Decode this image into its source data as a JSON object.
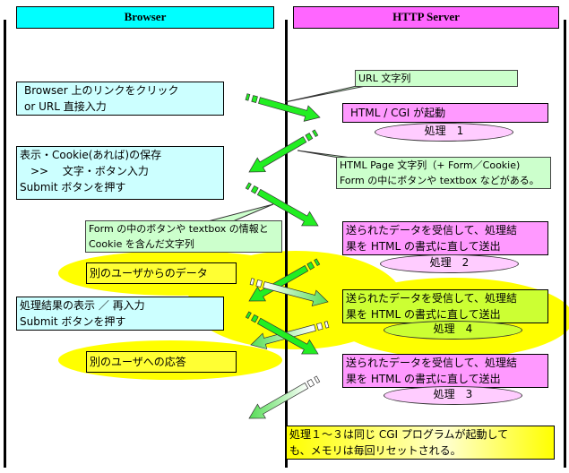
{
  "lanes": {
    "browser": {
      "title": "Browser",
      "color": "#00ffff"
    },
    "server": {
      "title": "HTTP Server",
      "color": "#ff66ff"
    }
  },
  "browser_steps": [
    {
      "lines": [
        "Browser 上のリンクをクリック",
        "or URL 直接入力"
      ]
    },
    {
      "lines": [
        "表示・Cookie(あれば)の保存",
        "　>>　 文字・ボタン入力",
        "Submit ボタンを押す"
      ]
    },
    {
      "lines": [
        "処理結果の表示 ／ 再入力",
        "Submit ボタンを押す"
      ]
    }
  ],
  "other_user": {
    "from": "別のユーザからのデータ",
    "to": "別のユーザへの応答"
  },
  "callouts": {
    "url": "URL 文字列",
    "html_page": [
      "HTML Page 文字列（+ Form／Cookie)",
      "Form の中にボタンや textbox などがある。"
    ],
    "form_data": [
      "Form の中のボタンや textbox の情報と",
      "Cookie を含んだ文字列"
    ]
  },
  "server_steps": [
    {
      "lines": [
        "HTML / CGI が起動"
      ],
      "process": "処理　1"
    },
    {
      "lines": [
        "送られたデータを受信して、処理結",
        "果を HTML の書式に直して送出"
      ],
      "process": "処理　2"
    },
    {
      "lines": [
        "送られたデータを受信して、処理結",
        "果を HTML の書式に直して送出"
      ],
      "process": "処理　4"
    },
    {
      "lines": [
        "送られたデータを受信して、処理結",
        "果を HTML の書式に直して送出"
      ],
      "process": "処理　3"
    }
  ],
  "note": [
    "処理１～３は同じ CGI プログラムが起動して",
    "も、メモリは毎回リセットされる。"
  ],
  "colors": {
    "arrow": "#22ee22",
    "arrow_light": "#aaffaa",
    "highlight": "#ffff00"
  }
}
